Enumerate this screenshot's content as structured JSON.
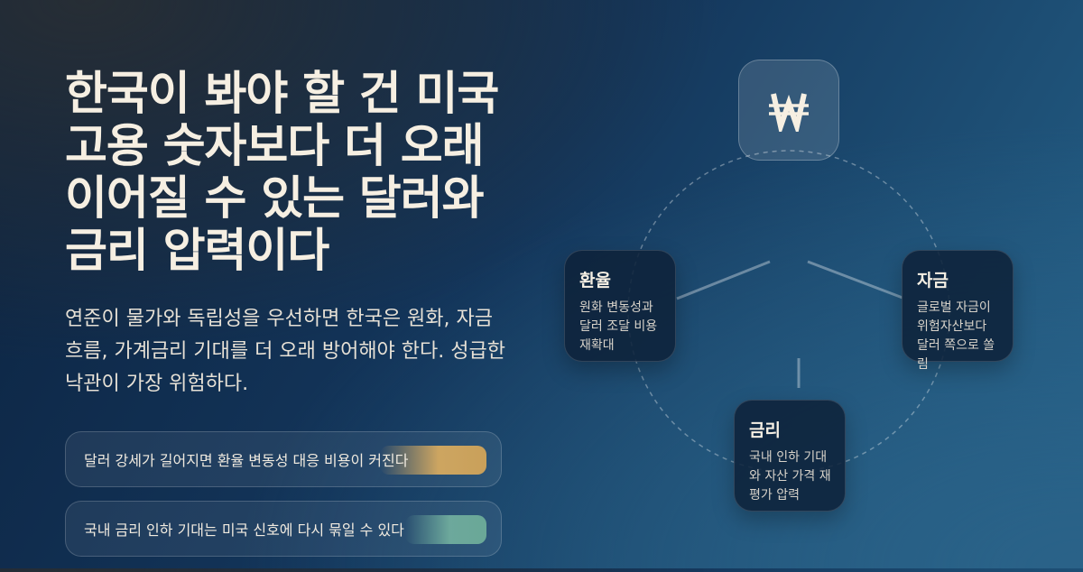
{
  "headline": "한국이 봐야 할 건 미국 고용 숫자보다 더 오래 이어질 수 있는 달러와 금리 압력이다",
  "subtitle": "연준이 물가와 독립성을 우선하면 한국은 원화, 자금 흐름, 가계금리 기대를 더 오래 방어해야 한다. 성급한 낙관이 가장 위험하다.",
  "pills": [
    {
      "text": "달러 강세가 길어지면 환율 변동성 대응 비용이 커진다"
    },
    {
      "text": "국내 금리 인하 기대는 미국 신호에 다시 묶일 수 있다"
    }
  ],
  "center": {
    "symbol": "₩"
  },
  "cards": [
    {
      "title": "환율",
      "desc": "원화 변동성과 달러 조달 비용 재확대"
    },
    {
      "title": "자금",
      "desc": "글로벌 자금이 위험자산보다 달러 쪽으로 쏠림"
    },
    {
      "title": "금리",
      "desc": "국내 인하 기대와 자산 가격 재평가 압력"
    }
  ],
  "colors": {
    "background_dark": "#0c2340",
    "background_light": "#25638a",
    "text_primary": "#f6efe2",
    "accent_gold": "#d6aa60",
    "accent_teal": "#74b2a0"
  },
  "icons": {
    "center": "won-sign-icon"
  }
}
